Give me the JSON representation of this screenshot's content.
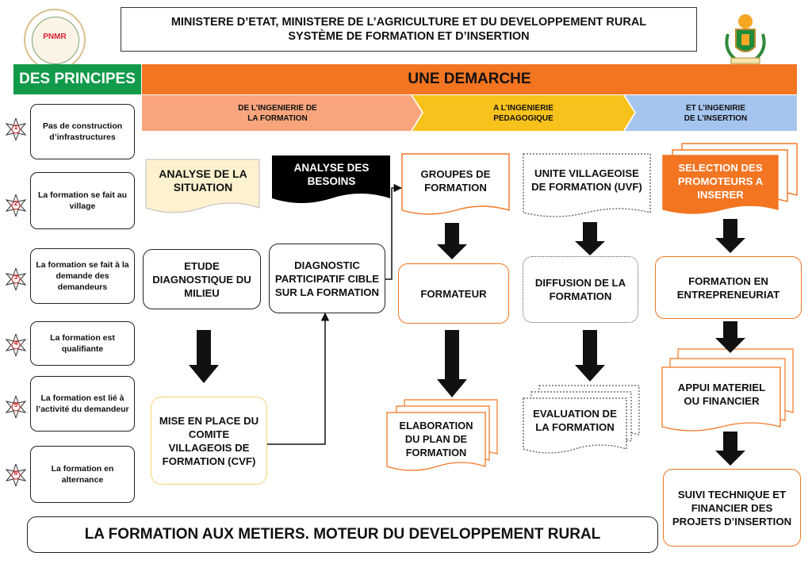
{
  "header": {
    "line1": "MINISTERE D’ETAT, MINISTERE DE L’AGRICULTURE ET DU DEVELOPPEMENT RURAL",
    "line2": "SYSTÈME DE FORMATION ET D’INSERTION",
    "logo_left_text": "PNMR"
  },
  "principes": {
    "title": "DES PRINCIPES",
    "items": [
      {
        "num": "1",
        "text": "Pas de construction d’infrastructures"
      },
      {
        "num": "2",
        "text": "La formation se fait au village"
      },
      {
        "num": "3",
        "text": "La formation se fait à la demande des demandeurs"
      },
      {
        "num": "4",
        "text": "La formation est qualifiante"
      },
      {
        "num": "5",
        "text": "La formation est lié à l’activité du demandeur"
      },
      {
        "num": "6",
        "text": "La formation en alternance"
      }
    ]
  },
  "demarche": {
    "title": "UNE DEMARCHE",
    "phases": [
      {
        "line1": "DE L’INGENIERIE DE",
        "line2": "LA FORMATION"
      },
      {
        "line1": "A L’INGENIERIE",
        "line2": "PEDAGOGIQUE"
      },
      {
        "line1": "ET L’INGENIRIE",
        "line2": "DE L’INSERTION"
      }
    ]
  },
  "flow": {
    "analyse_situation": "ANALYSE DE LA SITUATION",
    "analyse_besoins": "ANALYSE DES BESOINS",
    "etude_diagnostique": "ETUDE DIAGNOSTIQUE DU MILIEU",
    "diagnostic_participatif": "DIAGNOSTIC PARTICIPATIF CIBLE SUR LA FORMATION",
    "mise_en_place": "MISE EN PLACE DU COMITE VILLAGEOIS DE FORMATION (CVF)",
    "groupes_formation": "GROUPES DE FORMATION",
    "formateur": "FORMATEUR",
    "elaboration_plan": "ELABORATION DU PLAN DE FORMATION",
    "unite_villageoise": "UNITE VILLAGEOISE DE FORMATION (UVF)",
    "diffusion": "DIFFUSION DE LA FORMATION",
    "evaluation": "EVALUATION DE LA FORMATION",
    "selection": "SELECTION DES PROMOTEURS A INSERER",
    "formation_entrepreneuriat": "FORMATION EN ENTREPRENEURIAT",
    "appui": "APPUI MATERIEL OU FINANCIER",
    "suivi": "SUIVI TECHNIQUE ET FINANCIER DES PROJETS D’INSERTION"
  },
  "footer": {
    "banner": "LA FORMATION AUX METIERS. MOTEUR DU DEVELOPPEMENT RURAL"
  },
  "colors": {
    "green": "#119a4a",
    "orange": "#f37521",
    "phase1": "#f8a57d",
    "phase2": "#f8c21c",
    "phase3": "#a6c5ee",
    "cream": "#fdf1cf"
  }
}
